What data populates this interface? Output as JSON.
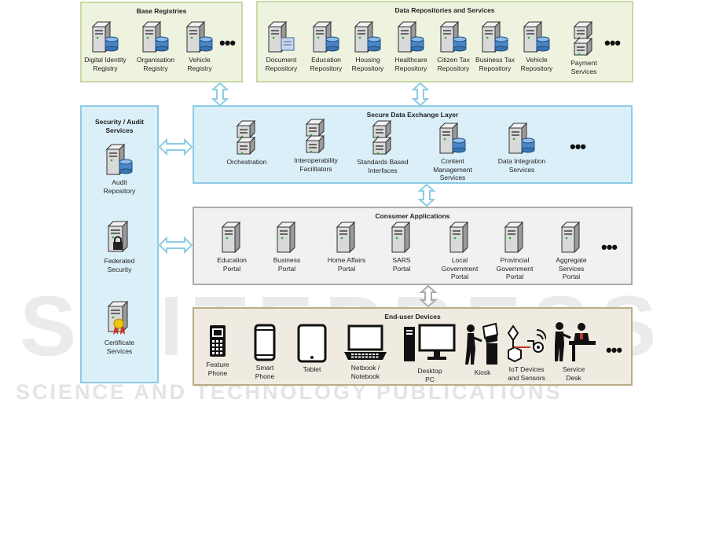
{
  "watermark": {
    "primary": "SCITEPRESS",
    "secondary": "SCIENCE AND TECHNOLOGY PUBLICATIONS"
  },
  "ellipsis": "•••",
  "base_registries": {
    "title": "Base Registries",
    "items": [
      {
        "label": "Digital Identity\nRegistry",
        "icon": "database-server-icon"
      },
      {
        "label": "Organisation\nRegistry",
        "icon": "database-server-icon"
      },
      {
        "label": "Vehicle\nRegistry",
        "icon": "database-server-icon"
      }
    ]
  },
  "data_repositories": {
    "title": "Data Repositories and Services",
    "items": [
      {
        "label": "Document\nRepository",
        "icon": "document-server-icon"
      },
      {
        "label": "Education\nRepository",
        "icon": "database-server-icon"
      },
      {
        "label": "Housing\nRepository",
        "icon": "database-server-icon"
      },
      {
        "label": "Healthcare\nRepository",
        "icon": "database-server-icon"
      },
      {
        "label": "Citizen Tax\nRepository",
        "icon": "database-server-icon"
      },
      {
        "label": "Business Tax\nRepository",
        "icon": "database-server-icon"
      },
      {
        "label": "Vehicle\nRepository",
        "icon": "database-server-icon"
      },
      {
        "label": "Payment\nServices",
        "icon": "server-rack-icon"
      }
    ]
  },
  "security": {
    "title": "Security / Audit\nServices",
    "items": [
      {
        "label": "Audit\nRepository",
        "icon": "database-server-icon"
      },
      {
        "label": "Federated\nSecurity",
        "icon": "lock-server-icon"
      },
      {
        "label": "Certificate\nServices",
        "icon": "certificate-server-icon"
      }
    ]
  },
  "exchange_layer": {
    "title": "Secure Data Exchange Layer",
    "items": [
      {
        "label": "Orchestration",
        "icon": "server-rack-icon"
      },
      {
        "label": "Interoperability\nFacilitators",
        "icon": "server-rack-icon"
      },
      {
        "label": "Standards Based\nInterfaces",
        "icon": "server-rack-icon"
      },
      {
        "label": "Content Management\nServices",
        "icon": "database-server-icon"
      },
      {
        "label": "Data Integration\nServices",
        "icon": "database-server-icon"
      }
    ]
  },
  "consumer_apps": {
    "title": "Consumer Applications",
    "items": [
      {
        "label": "Education\nPortal",
        "icon": "server-icon"
      },
      {
        "label": "Business\nPortal",
        "icon": "server-icon"
      },
      {
        "label": "Home Affairs\nPortal",
        "icon": "server-icon"
      },
      {
        "label": "SARS\nPortal",
        "icon": "server-icon"
      },
      {
        "label": "Local\nGovernment\nPortal",
        "icon": "server-icon"
      },
      {
        "label": "Provincial\nGovernment\nPortal",
        "icon": "server-icon"
      },
      {
        "label": "Aggregate\nServices\nPortal",
        "icon": "server-icon"
      }
    ]
  },
  "end_user_devices": {
    "title": "End-user Devices",
    "items": [
      {
        "label": "Feature\nPhone",
        "icon": "feature-phone-icon"
      },
      {
        "label": "Smart\nPhone",
        "icon": "smartphone-icon"
      },
      {
        "label": "Tablet",
        "icon": "tablet-icon"
      },
      {
        "label": "Netbook /\nNotebook",
        "icon": "laptop-icon"
      },
      {
        "label": "Desktop\nPC",
        "icon": "desktop-pc-icon"
      },
      {
        "label": "Kiosk",
        "icon": "kiosk-icon"
      },
      {
        "label": "IoT Devices\nand Sensors",
        "icon": "iot-sensors-icon"
      },
      {
        "label": "Service\nDesk",
        "icon": "service-desk-icon"
      }
    ]
  }
}
